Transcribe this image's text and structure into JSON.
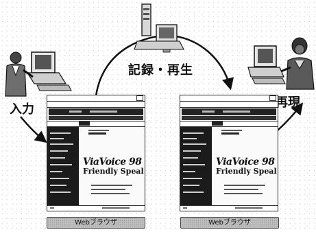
{
  "captions": {
    "center": "記録・再生",
    "left": "入力",
    "right": "再現"
  },
  "browser_labels": [
    "Webブラウザ",
    "Webブラウザ"
  ],
  "browser_content": {
    "logo_line1": "ViaVoice 98",
    "logo_line2": "Friendly Speal"
  },
  "icons": {
    "left_figure": "user-at-computer-icon",
    "center_figure": "server-computer-icon",
    "right_figure": "user-at-computer-icon"
  },
  "colors": {
    "ink": "#111111",
    "pill": "#bdbdbd"
  }
}
